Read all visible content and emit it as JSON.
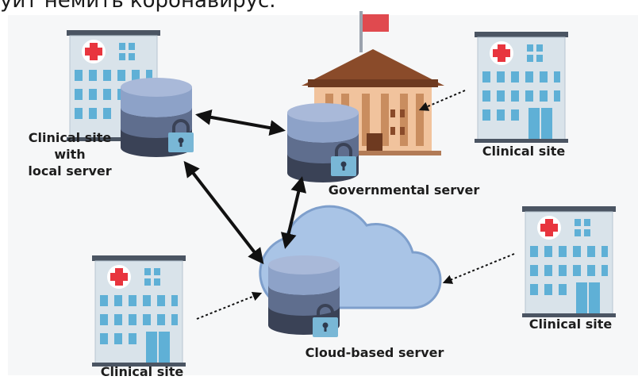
{
  "caption": "уит немить коронавирус.",
  "labels": {
    "local_site_line1": "Clinical site",
    "local_site_line2": "with",
    "local_site_line3": "local server",
    "gov_server": "Governmental server",
    "top_right_site": "Clinical site",
    "bottom_right_site": "Clinical site",
    "bottom_left_site": "Clinical site",
    "cloud_server": "Cloud-based server"
  },
  "colors": {
    "background": "#ffffff",
    "building_wall": "#d9e3ea",
    "building_roof": "#4b5563",
    "window": "#5fb0d6",
    "red_cross": "#e8353e",
    "db_light": "#8da2c8",
    "db_dark": "#3a4256",
    "lock": "#79b7d6",
    "cloud": "#a9c4e6",
    "gov_roof": "#8a4b2a",
    "gov_wall": "#f1c39d",
    "flag": "#e04a4f"
  }
}
